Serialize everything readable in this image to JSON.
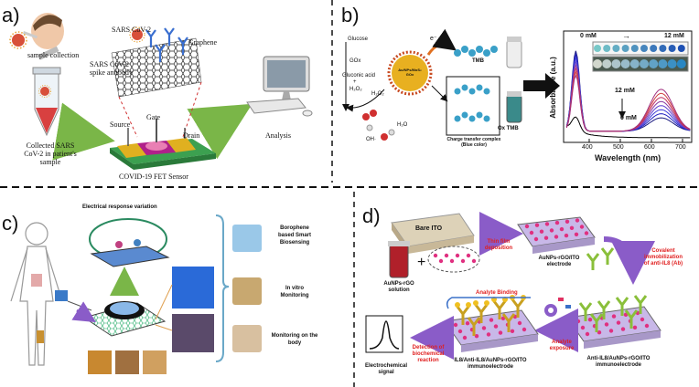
{
  "panels": {
    "a": "a)",
    "b": "b)",
    "c": "c)",
    "d": "d)"
  },
  "a": {
    "sample_collection": "sample collection",
    "collected": [
      "Collected SARS",
      "CoV-2 in patient's",
      "sample"
    ],
    "sars_cov2": "SARS CoV-2",
    "graphene": "Graphene",
    "spike_antibody": [
      "SARS CoV-2",
      "spike antibody"
    ],
    "source": "Source",
    "gate": "Gate",
    "drain": "Drain",
    "fet_sensor": "COVID-19 FET Sensor",
    "analysis": "Analysis"
  },
  "b": {
    "glucose": "Glucose",
    "gox": "GOx",
    "gluconic": "Gluconic acid",
    "plus": "+",
    "h2o2": "H₂O₂",
    "h2o2_b": "H₂O₂",
    "h2o": "H₂O",
    "oh": "OH·",
    "electron": "e⁻",
    "nanozyme": [
      "Au/NPs/MoS₂",
      "GOx"
    ],
    "tmb": "TMB",
    "ox_tmb": "Ox TMB",
    "ctc": [
      "Charge transfer complex",
      "(Blue color)"
    ],
    "ylabel": "Absorbance (a.u.)",
    "xlabel": "Wavelength (nm)",
    "xticks": [
      "400",
      "500",
      "600",
      "700"
    ],
    "left_mM": "0 mM",
    "arrow_right": "→",
    "right_mM": "12 mM",
    "top_12": "12 mM",
    "bottom_0": "0 mM"
  },
  "chart_data": {
    "type": "line",
    "xlabel": "Wavelength (nm)",
    "ylabel": "Absorbance (a.u.)",
    "xlim": [
      330,
      750
    ],
    "x_ticks": [
      400,
      500,
      600,
      700
    ],
    "series_count": 9,
    "series_colors": [
      "#000000",
      "#1a1a80",
      "#2020c0",
      "#3a3ad8",
      "#6040d0",
      "#8a3aa0",
      "#c03060",
      "#d04040",
      "#a03080"
    ],
    "annotations": [
      "0 mM",
      "12 mM"
    ]
  },
  "c": {
    "electrical": "Electrical response variation",
    "items": [
      [
        "Borophene",
        "based Smart",
        "Biosensing"
      ],
      [
        "In vitro",
        "Monitoring"
      ],
      [
        "Monitoring on the",
        "body"
      ]
    ]
  },
  "d": {
    "bare_ito": "Bare ITO",
    "thin_film": [
      "Thin film",
      "deposition"
    ],
    "aunps_electrode": [
      "AuNPs-rGO/ITO",
      "electrode"
    ],
    "covalent": [
      "Covalent",
      "immobilization",
      "of anti-IL8 (Ab)"
    ],
    "aunps_solution": [
      "AuNPs-rGO",
      "solution"
    ],
    "analyte_binding": "Analyte Binding",
    "analyte_exposure": [
      "Analyte",
      "exposure"
    ],
    "anti_il8": [
      "Anti-IL8/AuNPs-rGO/ITO",
      "immunoelectrode"
    ],
    "il8": [
      "IL8/Anti-IL8/AuNPs-rGO/ITO",
      "immunoelectrode"
    ],
    "detection": [
      "Detection of",
      "biochemical",
      "reaction"
    ],
    "electrochemical": [
      "Electrochemical",
      "signal"
    ]
  }
}
